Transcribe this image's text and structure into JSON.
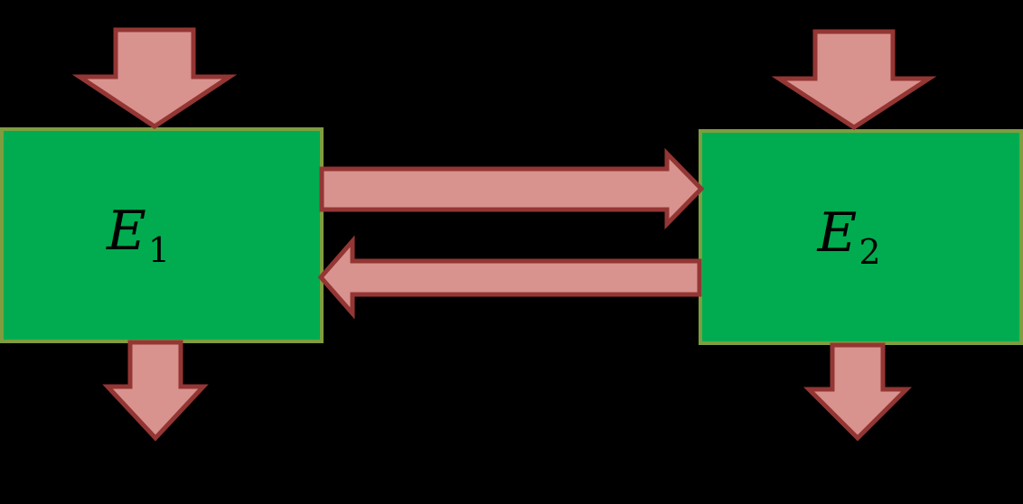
{
  "background": "#000000",
  "colors": {
    "node_fill": "#00AC4F",
    "node_border": "#7E9D40",
    "arrow_fill": "#D9938F",
    "arrow_border": "#943634",
    "label_color": "#000000"
  },
  "nodes": [
    {
      "id": "E1",
      "base": "E",
      "sub": "1"
    },
    {
      "id": "E2",
      "base": "E",
      "sub": "2"
    }
  ],
  "arrows": [
    {
      "name": "down-arrow-into-e1",
      "direction": "down"
    },
    {
      "name": "down-arrow-into-e2",
      "direction": "down"
    },
    {
      "name": "right-arrow-e1-to-e2",
      "direction": "right"
    },
    {
      "name": "left-arrow-e2-to-e1",
      "direction": "left"
    },
    {
      "name": "down-arrow-out-of-e1",
      "direction": "down"
    },
    {
      "name": "down-arrow-out-of-e2",
      "direction": "down"
    }
  ]
}
